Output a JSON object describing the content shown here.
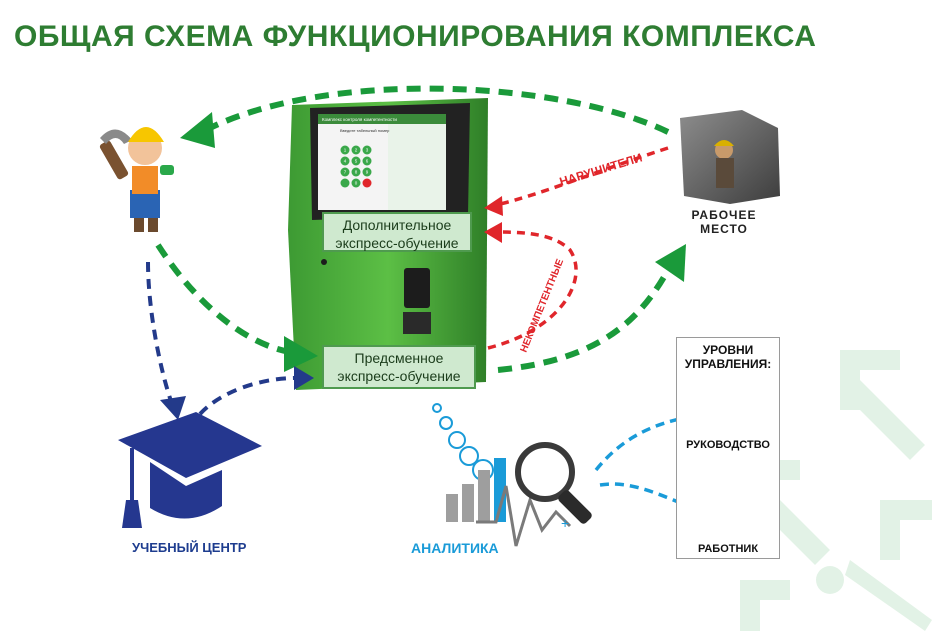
{
  "title": "ОБЩАЯ СХЕМА ФУНКЦИОНИРОВАНИЯ КОМПЛЕКСА",
  "kiosk": {
    "screen_title": "Комплекс контроля компетентности",
    "screen_prompt": "Введите табельный номер",
    "keypad": [
      "1",
      "2",
      "3",
      "4",
      "5",
      "6",
      "7",
      "8",
      "9",
      "",
      "0",
      ""
    ]
  },
  "boxes": {
    "additional": [
      "Дополнительное",
      "экспресс-обучение"
    ],
    "preshift": [
      "Предсменное",
      "экспресс-обучение"
    ]
  },
  "labels": {
    "workplace": [
      "РАБОЧЕЕ",
      "МЕСТО"
    ],
    "violators": "НАРУШИТЕЛИ",
    "incompetent": "НЕКОМПЕТЕНТНЫЕ",
    "training_center": "УЧЕБНЫЙ ЦЕНТР",
    "analytics": "АНАЛИТИКА"
  },
  "levels": {
    "header": [
      "УРОВНИ",
      "УПРАВЛЕНИЯ:"
    ],
    "manager": "РУКОВОДСТВО",
    "worker": "РАБОТНИК"
  },
  "colors": {
    "title_green": "#2e7d32",
    "arrow_green": "#1a9a3a",
    "arrow_red": "#e0262b",
    "arrow_navy": "#233a8a",
    "arrow_cyan": "#1a9bd8",
    "kiosk_green": "#48a83c",
    "box_fill": "#cfe9cf"
  }
}
